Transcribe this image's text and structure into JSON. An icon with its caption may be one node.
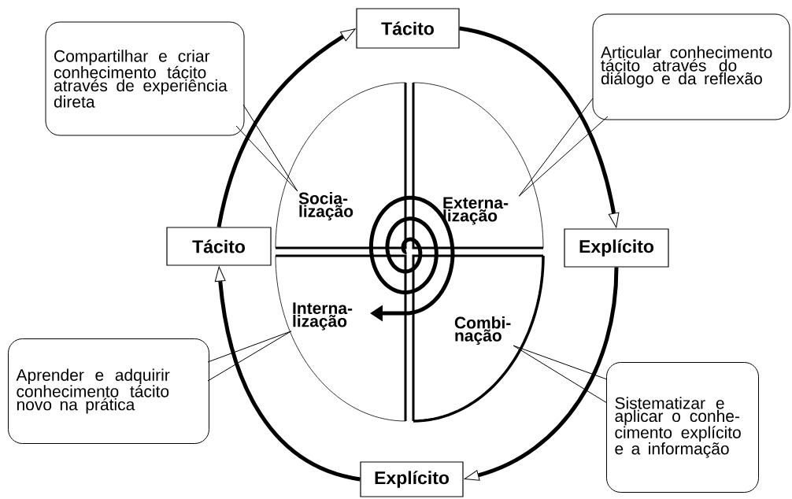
{
  "diagram": {
    "nodes": [
      {
        "text": [
          "Compartilhar e criar conhecimento tácito através de experiência direta"
        ]
      },
      {
        "text": [
          "Tácito"
        ]
      },
      {
        "text": [
          "Articular conhecimento tácito através do diálogo e da reflexão"
        ]
      },
      {
        "text": [
          "Socia- lização"
        ]
      },
      {
        "text": [
          "Externa- lização"
        ]
      },
      {
        "text": [
          "Tácito"
        ]
      },
      {
        "text": [
          "Explícito"
        ]
      },
      {
        "text": [
          "Interna- lização"
        ]
      },
      {
        "text": [
          "Combi- nação"
        ]
      },
      {
        "text": [
          "Aprender e adquirir conhecimento tácito novo na prática"
        ]
      },
      {
        "text": [
          "Sistematizar e aplicar o conhe- cimento explícito e a informação"
        ]
      },
      {
        "text": [
          "Explícito"
        ]
      }
    ],
    "edges": [
      {
        "from": 5,
        "to": 1,
        "arrow": "to",
        "style": "thick"
      },
      {
        "from": 1,
        "to": 6,
        "arrow": "to",
        "style": "thick"
      },
      {
        "from": 6,
        "to": 11,
        "arrow": "to",
        "style": "thick"
      },
      {
        "from": 11,
        "to": 5,
        "arrow": "to",
        "style": "thick"
      },
      {
        "from": 0,
        "to": 3,
        "arrow": "none"
      },
      {
        "from": 2,
        "to": 4,
        "arrow": "none"
      },
      {
        "from": 9,
        "to": 7,
        "arrow": "none"
      },
      {
        "from": 10,
        "to": 8,
        "arrow": "none"
      }
    ]
  }
}
